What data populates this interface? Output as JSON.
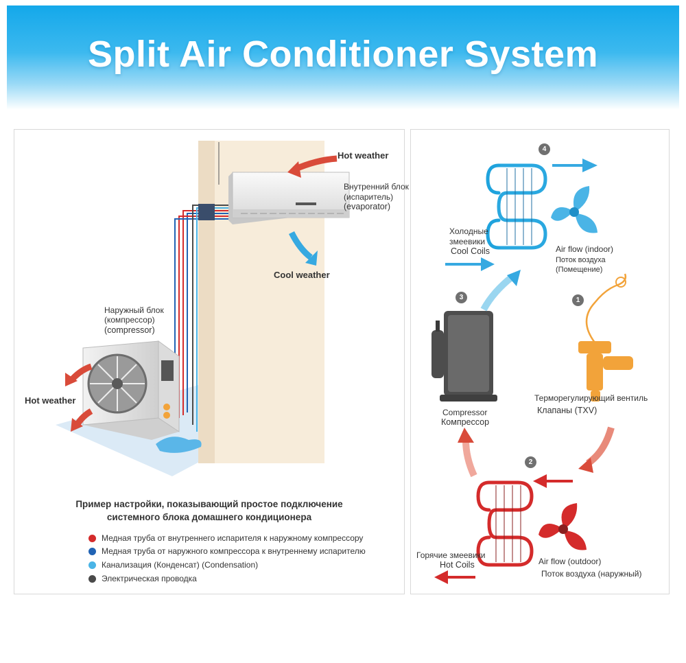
{
  "header": {
    "title": "Split Air Conditioner System"
  },
  "left_panel": {
    "hot_weather_top": "Hot weather",
    "indoor_unit": {
      "line1": "Внутренний блок",
      "line2": "(испаритель)",
      "line3": "(evaporator)"
    },
    "cool_weather": "Cool weather",
    "outdoor_unit": {
      "line1": "Наружный блок",
      "line2": "(компрессор)",
      "line3": "(compressor)"
    },
    "hot_weather_left": "Hot weather",
    "caption": {
      "line1": "Пример настройки, показывающий простое подключение",
      "line2": "системного блока домашнего кондиционера"
    },
    "legend": [
      {
        "text": "Медная труба от внутреннего испарителя к наружному компрессору",
        "color": "#d42b2b"
      },
      {
        "text": "Медная труба от наружного компрессора к внутреннему испарителю",
        "color": "#2163b4"
      },
      {
        "text": "Канализация (Конденсат) (Condensation)",
        "color": "#4ab4e6"
      },
      {
        "text": "Электрическая проводка",
        "color": "#4a4a4a"
      }
    ]
  },
  "right_panel": {
    "steps": {
      "s1": "1",
      "s2": "2",
      "s3": "3",
      "s4": "4"
    },
    "cool_coils": {
      "line1": "Холодные",
      "line2": "змеевики",
      "line3": "Cool Coils"
    },
    "airflow_indoor": {
      "line1": "Air flow (indoor)",
      "line2": "Поток воздуха",
      "line3": "(Помещение)"
    },
    "compressor": {
      "line1": "Compressor",
      "line2": "Компрессор"
    },
    "txv": {
      "line1": "Терморегулирующий вентиль",
      "line2": "Клапаны (TXV)"
    },
    "hot_coils": {
      "line1": "Горячие змеевики",
      "line2": "Hot Coils"
    },
    "airflow_outdoor": {
      "line1": "Air flow (outdoor)",
      "line2": "Поток воздуха (наружный)"
    }
  },
  "colors": {
    "banner_blue": "#14a8ea",
    "hot_red": "#d42b2b",
    "cool_blue": "#1fa3dd",
    "wall_beige": "#f7ecda",
    "valve_orange": "#f2a33a",
    "compressor_gray": "#555555"
  }
}
